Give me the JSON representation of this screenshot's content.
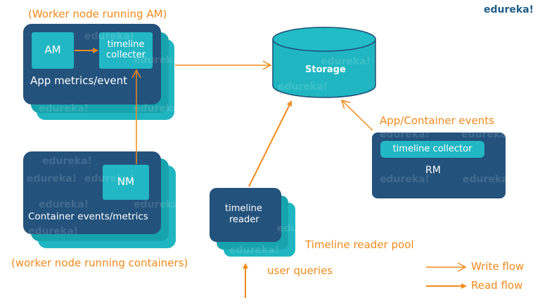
{
  "brand": "edureka!",
  "watermark": "edureka!",
  "am_node": {
    "caption": "(Worker node running AM)",
    "am_label": "AM",
    "collector_label": [
      "timeline",
      "collecter"
    ],
    "metrics_label": "App metrics/event"
  },
  "nm_node": {
    "nm_label": "NM",
    "events_label": "Container events/metrics",
    "caption": "(worker node running containers)"
  },
  "storage": {
    "label": "Storage"
  },
  "rm_node": {
    "caption": "App/Container events",
    "collector_label": "timeline collector",
    "rm_label": "RM"
  },
  "reader_pool": {
    "reader_label": [
      "timeline",
      "reader"
    ],
    "caption": "Timeline reader pool",
    "queries_label": "user queries"
  },
  "legend": {
    "write_flow": "Write flow",
    "read_flow": "Read flow"
  },
  "colors": {
    "dark_blue": "#23527c",
    "teal": "#1fb6c1",
    "orange": "#f08a1c"
  }
}
